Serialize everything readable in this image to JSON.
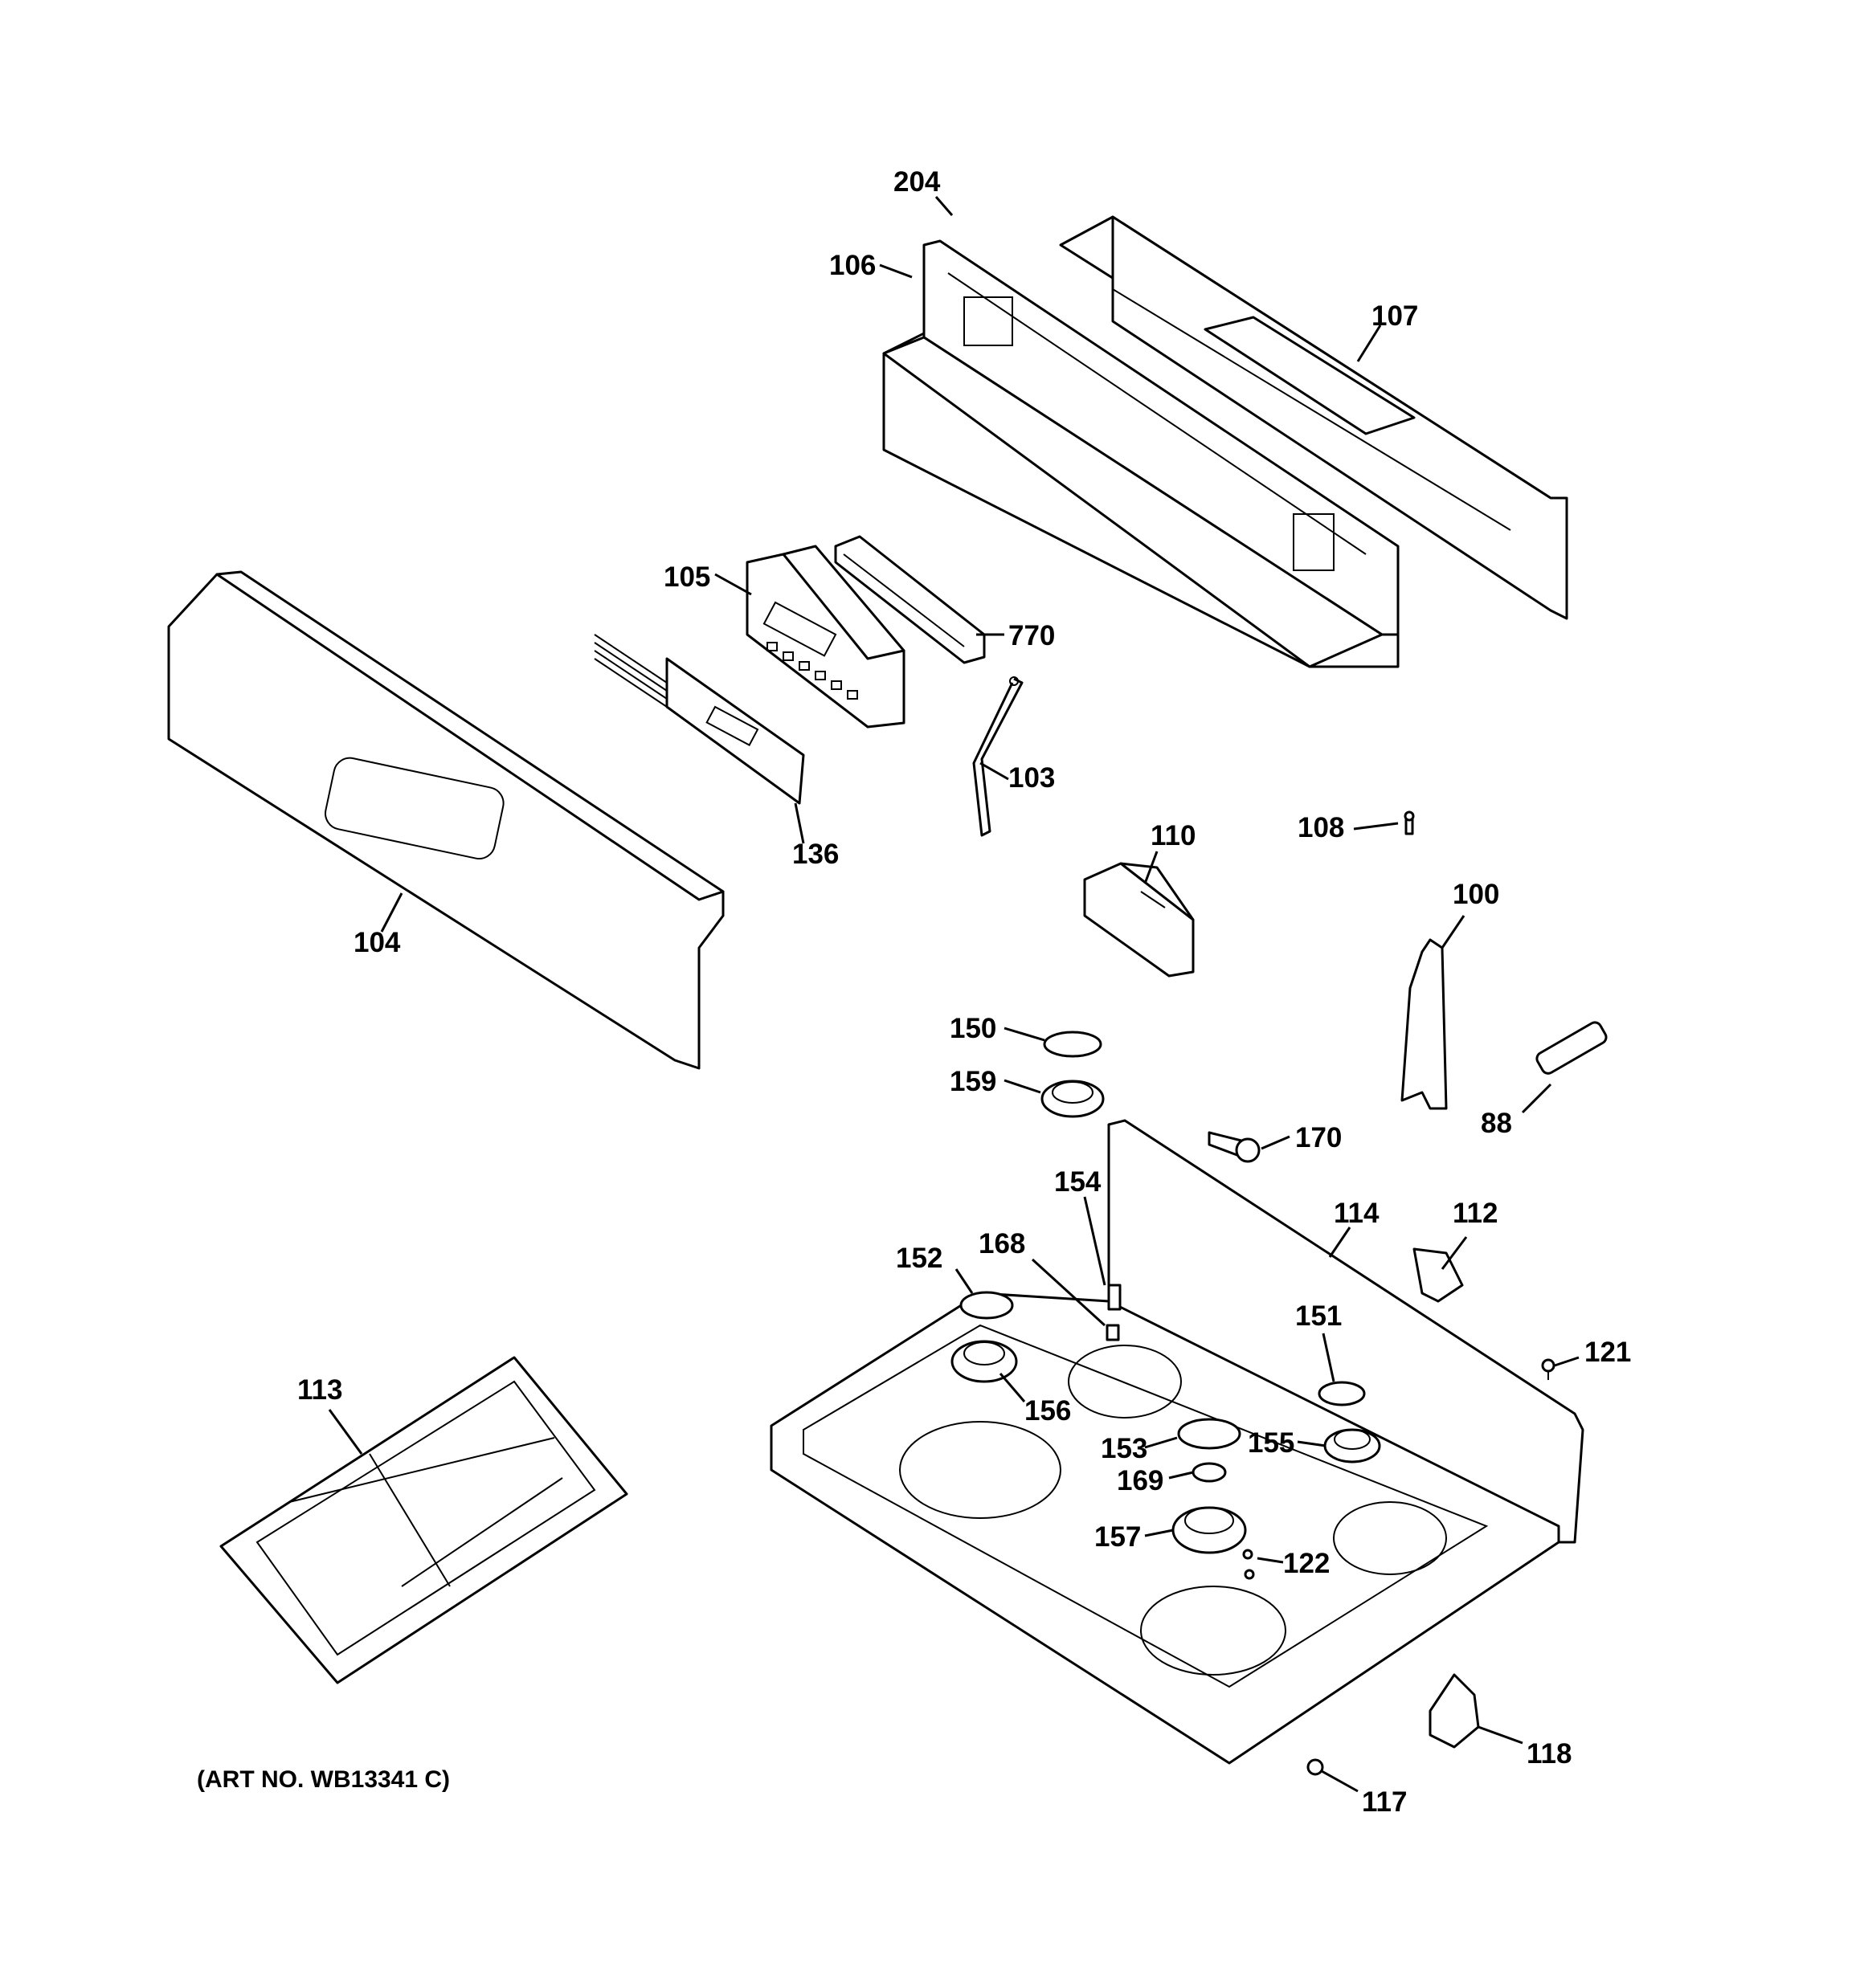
{
  "art_number": "(ART NO. WB13341 C)",
  "callouts": {
    "c204": "204",
    "c106": "106",
    "c107": "107",
    "c105": "105",
    "c770": "770",
    "c103": "103",
    "c136": "136",
    "c104": "104",
    "c110": "110",
    "c108": "108",
    "c100": "100",
    "c150": "150",
    "c159": "159",
    "c170": "170",
    "c88": "88",
    "c154": "154",
    "c114": "114",
    "c112": "112",
    "c168": "168",
    "c152": "152",
    "c151": "151",
    "c121": "121",
    "c113": "113",
    "c156": "156",
    "c153": "153",
    "c155": "155",
    "c169": "169",
    "c157": "157",
    "c122": "122",
    "c118": "118",
    "c117": "117"
  }
}
